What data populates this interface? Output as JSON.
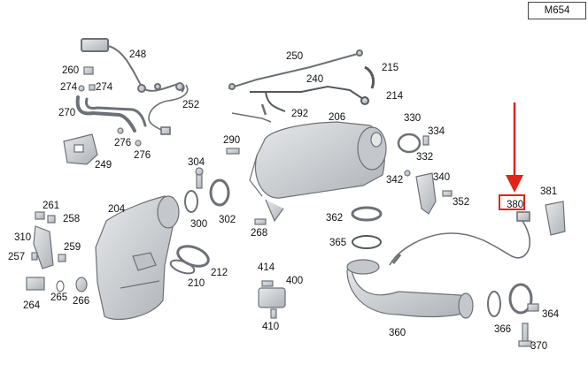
{
  "model_code": "M654",
  "highlighted_part": "380",
  "colors": {
    "highlight": "#e3231b",
    "part_fill": "#cfd2d6",
    "part_stroke": "#6d7177"
  },
  "part_numbers": {
    "p248": "248",
    "p250": "250",
    "p215": "215",
    "p260": "260",
    "p274a": "274",
    "p274b": "274",
    "p240": "240",
    "p214": "214",
    "p252": "252",
    "p270": "270",
    "p292": "292",
    "p206": "206",
    "p330": "330",
    "p334": "334",
    "p276a": "276",
    "p276b": "276",
    "p290": "290",
    "p332": "332",
    "p249": "249",
    "p304": "304",
    "p340": "340",
    "p342": "342",
    "p381": "381",
    "p352": "352",
    "p261": "261",
    "p204": "204",
    "p258": "258",
    "p300": "300",
    "p302": "302",
    "p362": "362",
    "p310": "310",
    "p268": "268",
    "p365": "365",
    "p259": "259",
    "p257": "257",
    "p212": "212",
    "p414": "414",
    "p210": "210",
    "p400": "400",
    "p265": "265",
    "p266": "266",
    "p264": "264",
    "p364": "364",
    "p410": "410",
    "p360": "360",
    "p366": "366",
    "p370": "370"
  }
}
